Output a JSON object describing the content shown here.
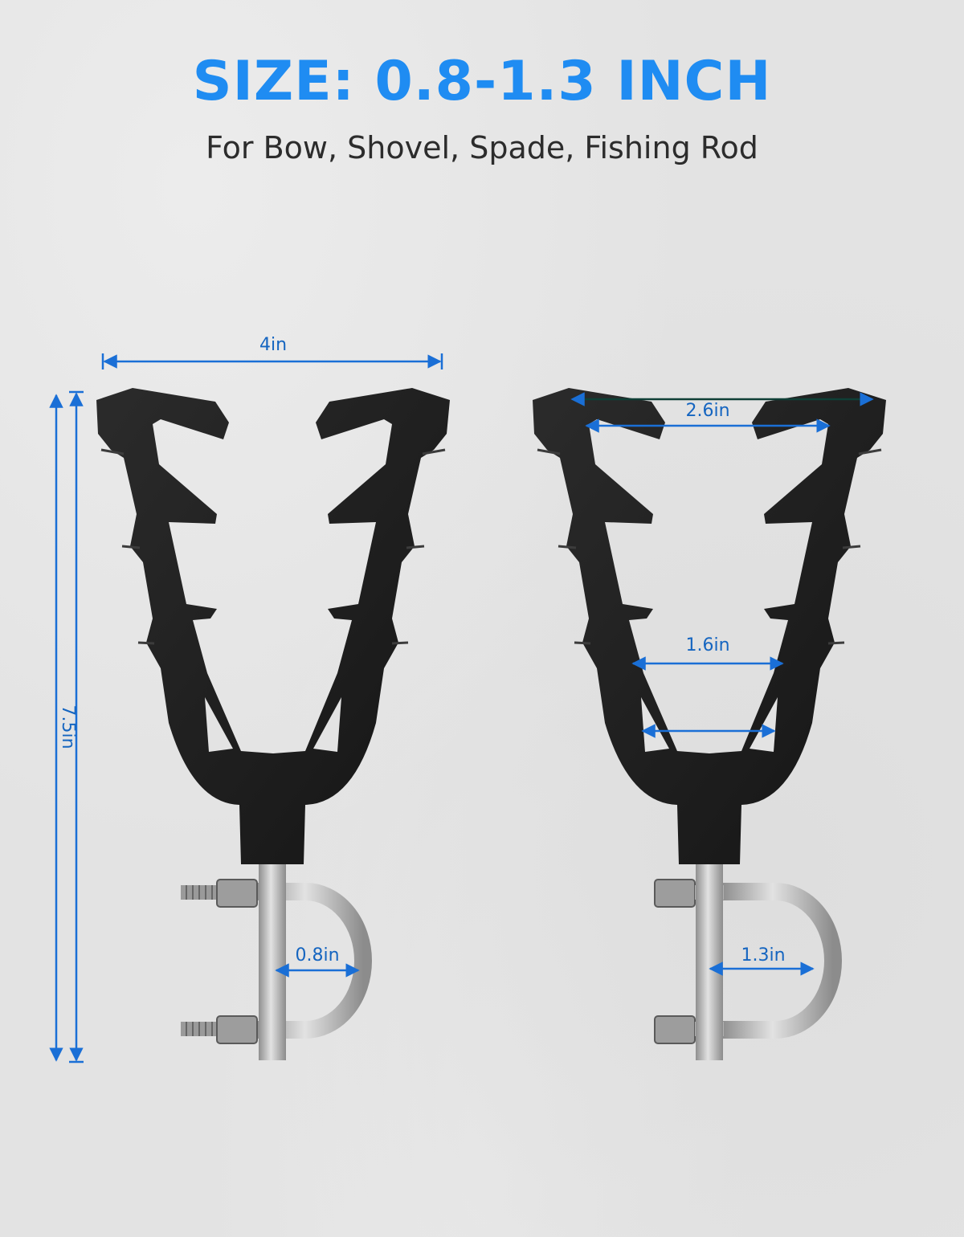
{
  "header": {
    "title": "SIZE: 0.8-1.3 INCH",
    "subtitle": "For Bow, Shovel, Spade, Fishing Rod"
  },
  "dimensions": {
    "width": "4in",
    "height": "7.5in",
    "top_opening": "2.6in",
    "mid_opening": "1.6in",
    "ubolt_small": "0.8in",
    "ubolt_large": "1.3in"
  },
  "colors": {
    "accent": "#1f8cf2",
    "dimension_line": "#1a6fd6",
    "rubber": "#222222",
    "steel": "#b4b4b4"
  }
}
